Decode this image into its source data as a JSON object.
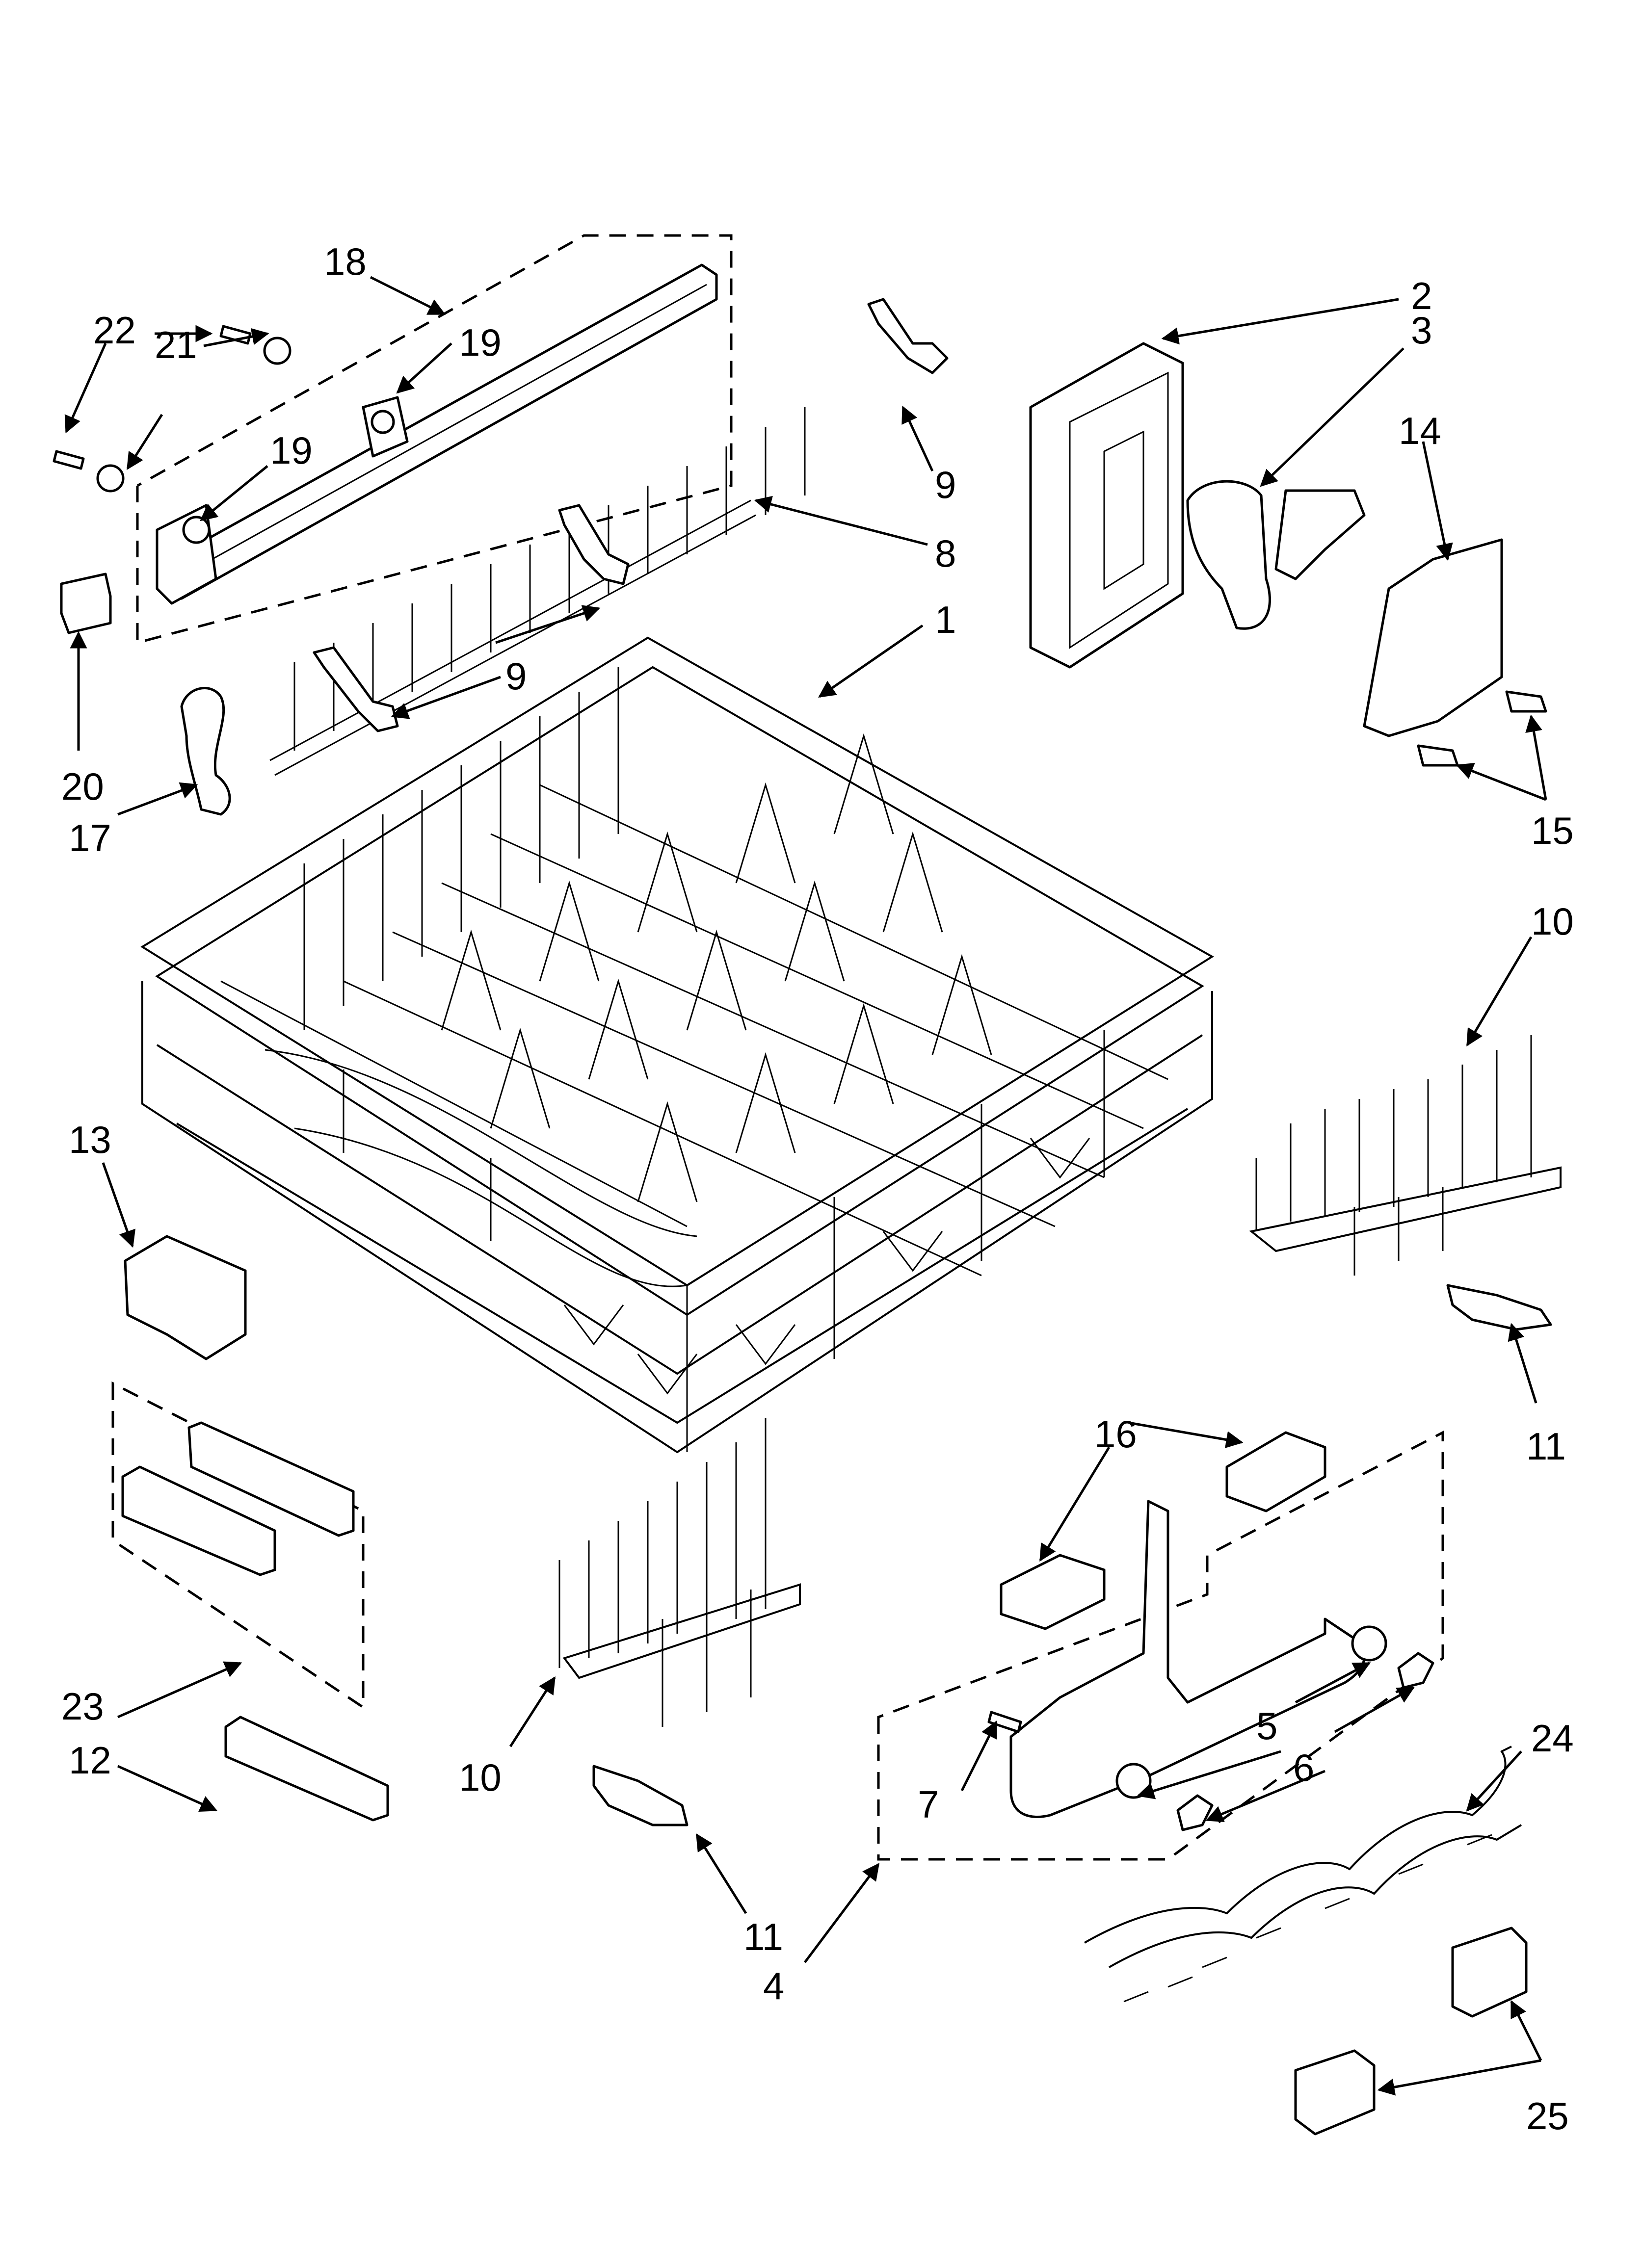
{
  "callouts": [
    {
      "id": "c1",
      "text": "1"
    },
    {
      "id": "c2",
      "text": "2"
    },
    {
      "id": "c3",
      "text": "3"
    },
    {
      "id": "c4",
      "text": "4"
    },
    {
      "id": "c5",
      "text": "5"
    },
    {
      "id": "c6",
      "text": "6"
    },
    {
      "id": "c7",
      "text": "7"
    },
    {
      "id": "c8",
      "text": "8"
    },
    {
      "id": "c9a",
      "text": "9"
    },
    {
      "id": "c9b",
      "text": "9"
    },
    {
      "id": "c10a",
      "text": "10"
    },
    {
      "id": "c10b",
      "text": "10"
    },
    {
      "id": "c11a",
      "text": "11"
    },
    {
      "id": "c11b",
      "text": "11"
    },
    {
      "id": "c12",
      "text": "12"
    },
    {
      "id": "c13",
      "text": "13"
    },
    {
      "id": "c14",
      "text": "14"
    },
    {
      "id": "c15",
      "text": "15"
    },
    {
      "id": "c16",
      "text": "16"
    },
    {
      "id": "c17",
      "text": "17"
    },
    {
      "id": "c18",
      "text": "18"
    },
    {
      "id": "c19a",
      "text": "19"
    },
    {
      "id": "c19b",
      "text": "19"
    },
    {
      "id": "c20",
      "text": "20"
    },
    {
      "id": "c21",
      "text": "21"
    },
    {
      "id": "c22",
      "text": "22"
    },
    {
      "id": "c23",
      "text": "23"
    },
    {
      "id": "c24",
      "text": "24"
    },
    {
      "id": "c25",
      "text": "25"
    }
  ]
}
